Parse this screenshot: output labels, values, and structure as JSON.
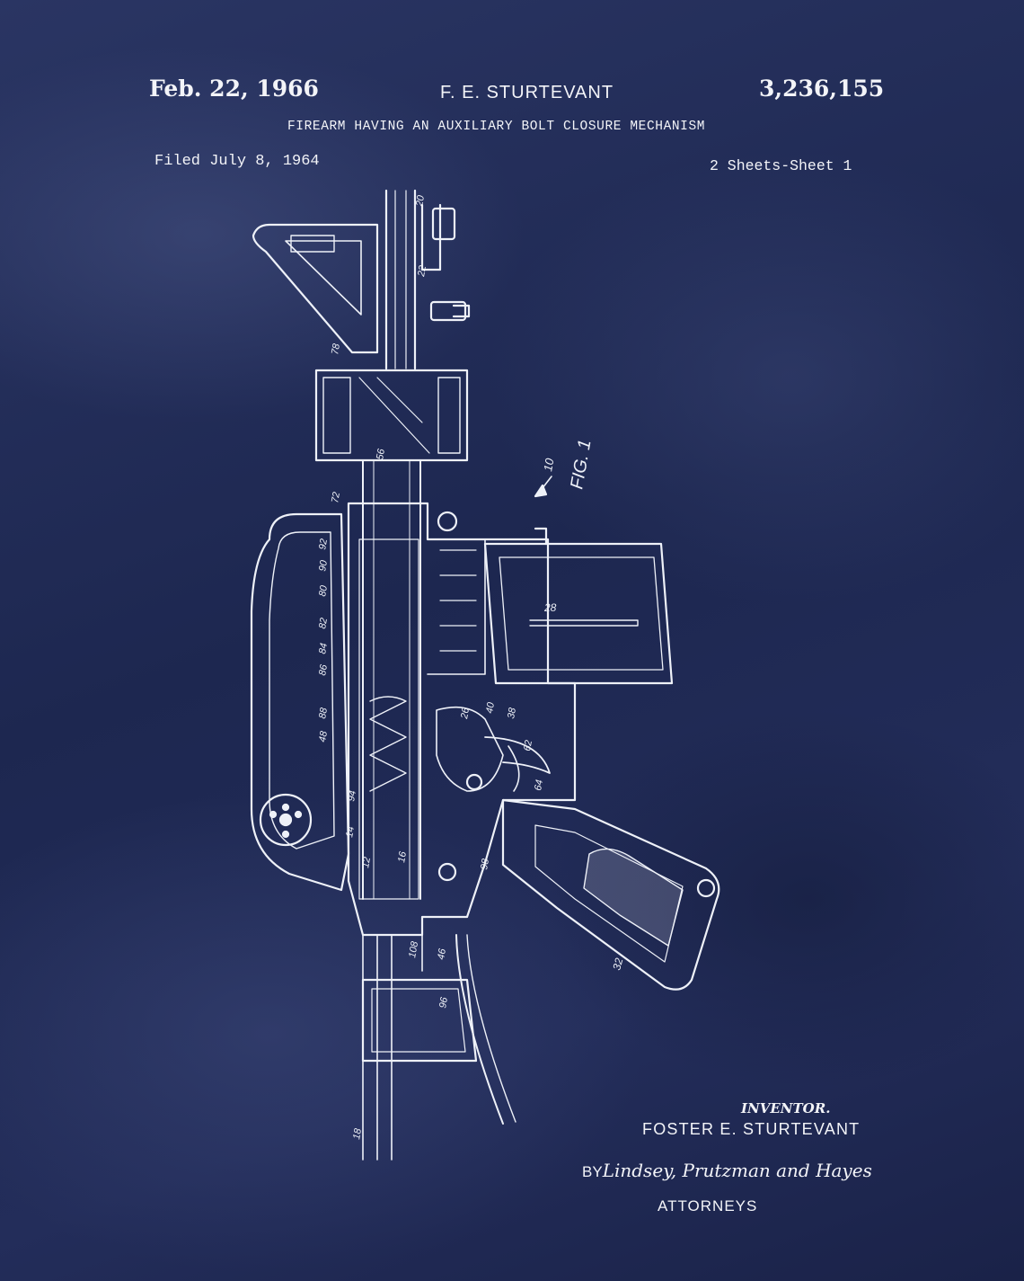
{
  "header": {
    "date": "Feb. 22, 1966",
    "inventor": "F. E. STURTEVANT",
    "patent_number": "3,236,155",
    "title": "FIREARM HAVING AN AUXILIARY BOLT CLOSURE MECHANISM",
    "filed": "Filed July 8, 1964",
    "sheets": "2 Sheets-Sheet 1"
  },
  "drawing": {
    "figure_label": "FIG. 1",
    "assembly_ref": "10",
    "magazine_ref": "28",
    "grip_ref": "32",
    "refs": [
      "20",
      "22",
      "78",
      "56",
      "72",
      "92",
      "90",
      "80",
      "82",
      "84",
      "86",
      "88",
      "48",
      "94",
      "14",
      "12",
      "16",
      "18",
      "26",
      "40",
      "38",
      "62",
      "64",
      "98",
      "108",
      "46",
      "96"
    ],
    "line_color": "#eef1f8",
    "background_color": "#1f2a52"
  },
  "footer": {
    "inventor_label": "INVENTOR.",
    "inventor_name": "FOSTER E. STURTEVANT",
    "by_prefix": "BY",
    "attorney_firm": "Lindsey, Prutzman and Hayes",
    "attorneys_label": "ATTORNEYS"
  }
}
